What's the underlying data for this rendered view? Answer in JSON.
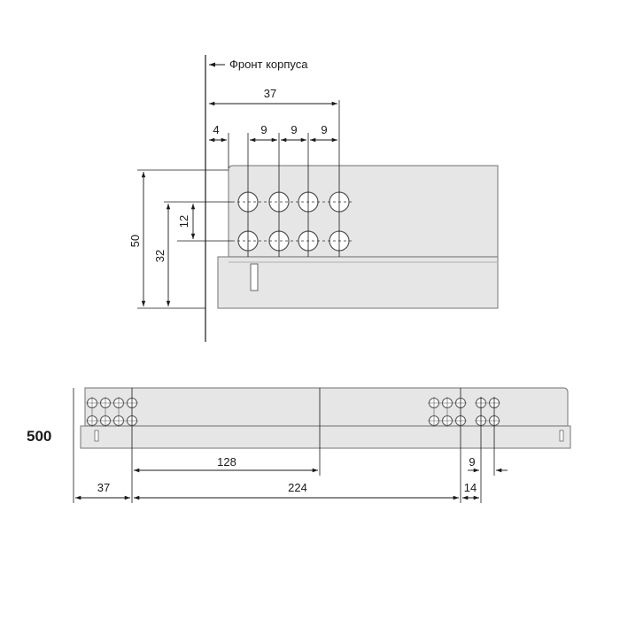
{
  "top_view": {
    "front_label": "Фронт корпуса",
    "dim_total_depth": "37",
    "dim_first_offset": "4",
    "dim_pitch_1": "9",
    "dim_pitch_2": "9",
    "dim_pitch_3": "9",
    "dim_height_total": "50",
    "dim_height_lower": "32",
    "dim_hole_spacing": "12"
  },
  "side_view": {
    "length_label": "500",
    "dim_front_offset": "37",
    "dim_mid_spacing": "128",
    "dim_rear_spacing": "224",
    "dim_rear_pitch": "9",
    "dim_rear_offset": "14"
  },
  "colors": {
    "panel_fill": "#e6e6e6",
    "panel_stroke": "#8a8a8a",
    "line": "#1a1a1a",
    "hole_fill": "#ffffff"
  }
}
